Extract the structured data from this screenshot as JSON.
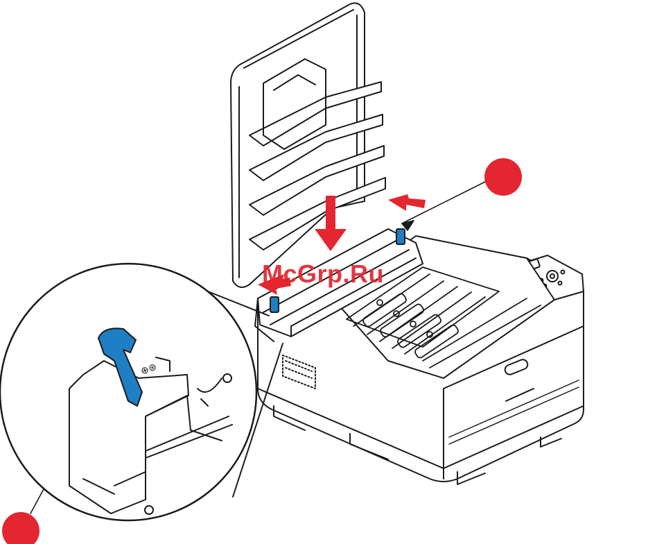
{
  "watermark": {
    "text": "McGrp.Ru"
  },
  "colors": {
    "line": "#1a1a1a",
    "callout_marker": "#e3262f",
    "arrow": "#e3262f",
    "lever": "#1e7fc4",
    "background": "#ffffff"
  },
  "icons": [
    "printer-illustration",
    "fuser-unit",
    "release-lever-icon",
    "zoom-callout-circle",
    "direction-arrow",
    "callout-marker"
  ]
}
